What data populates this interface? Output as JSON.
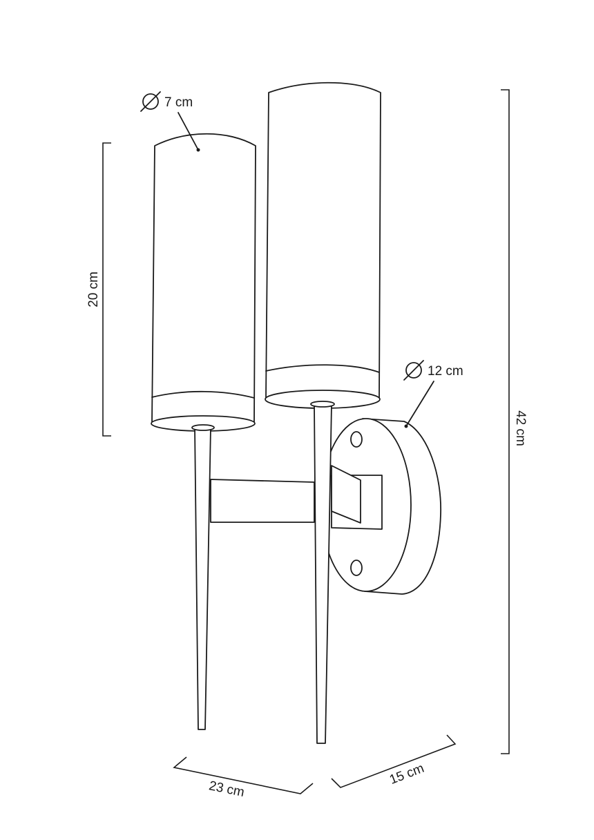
{
  "drawing": {
    "subject": "Double cylinder-shade wall sconce, line drawing with dimensions",
    "line_color": "#1a1a1a",
    "background": "#ffffff"
  },
  "dimensions": {
    "shade_diameter": {
      "symbol": "⌀",
      "value": "7 cm"
    },
    "base_diameter": {
      "symbol": "⌀",
      "value": "12 cm"
    },
    "shade_height": {
      "value": "20 cm"
    },
    "total_height": {
      "value": "42 cm"
    },
    "width": {
      "value": "23 cm"
    },
    "depth": {
      "value": "15 cm"
    }
  }
}
